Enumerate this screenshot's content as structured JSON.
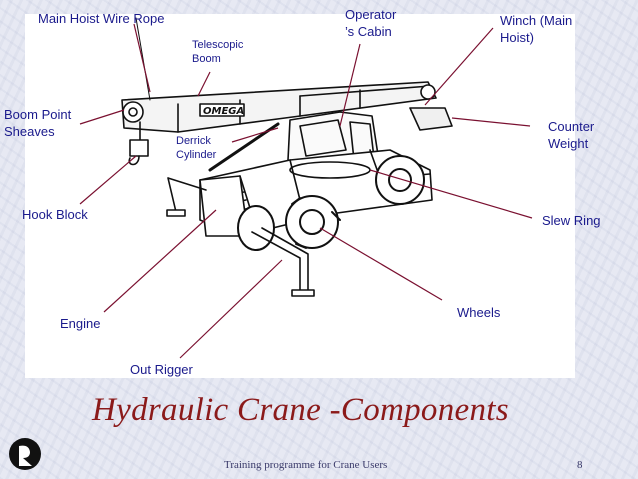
{
  "labels": {
    "main_hoist_wire_rope": "Main Hoist Wire Rope",
    "telescopic_boom": "Telescopic\nBoom",
    "operators_cabin": "Operator\n’s Cabin",
    "winch": "Winch (Main\nHoist)",
    "boom_point_sheaves": "Boom Point\nSheaves",
    "derrick_cylinder": "Derrick\nCylinder",
    "counter_weight": "Counter\nWeight",
    "hook_block": "Hook Block",
    "slew_ring": "Slew Ring",
    "wheels": "Wheels",
    "engine": "Engine",
    "out_rigger": "Out Rigger"
  },
  "crane_brand": "OMEGA",
  "title": "Hydraulic Crane -Components",
  "footer": "Training  programme for Crane Users",
  "page_number": "8",
  "colors": {
    "label_text": "#1a1a8c",
    "leader_lines": "#7a1030",
    "title": "#8b1a1a"
  }
}
